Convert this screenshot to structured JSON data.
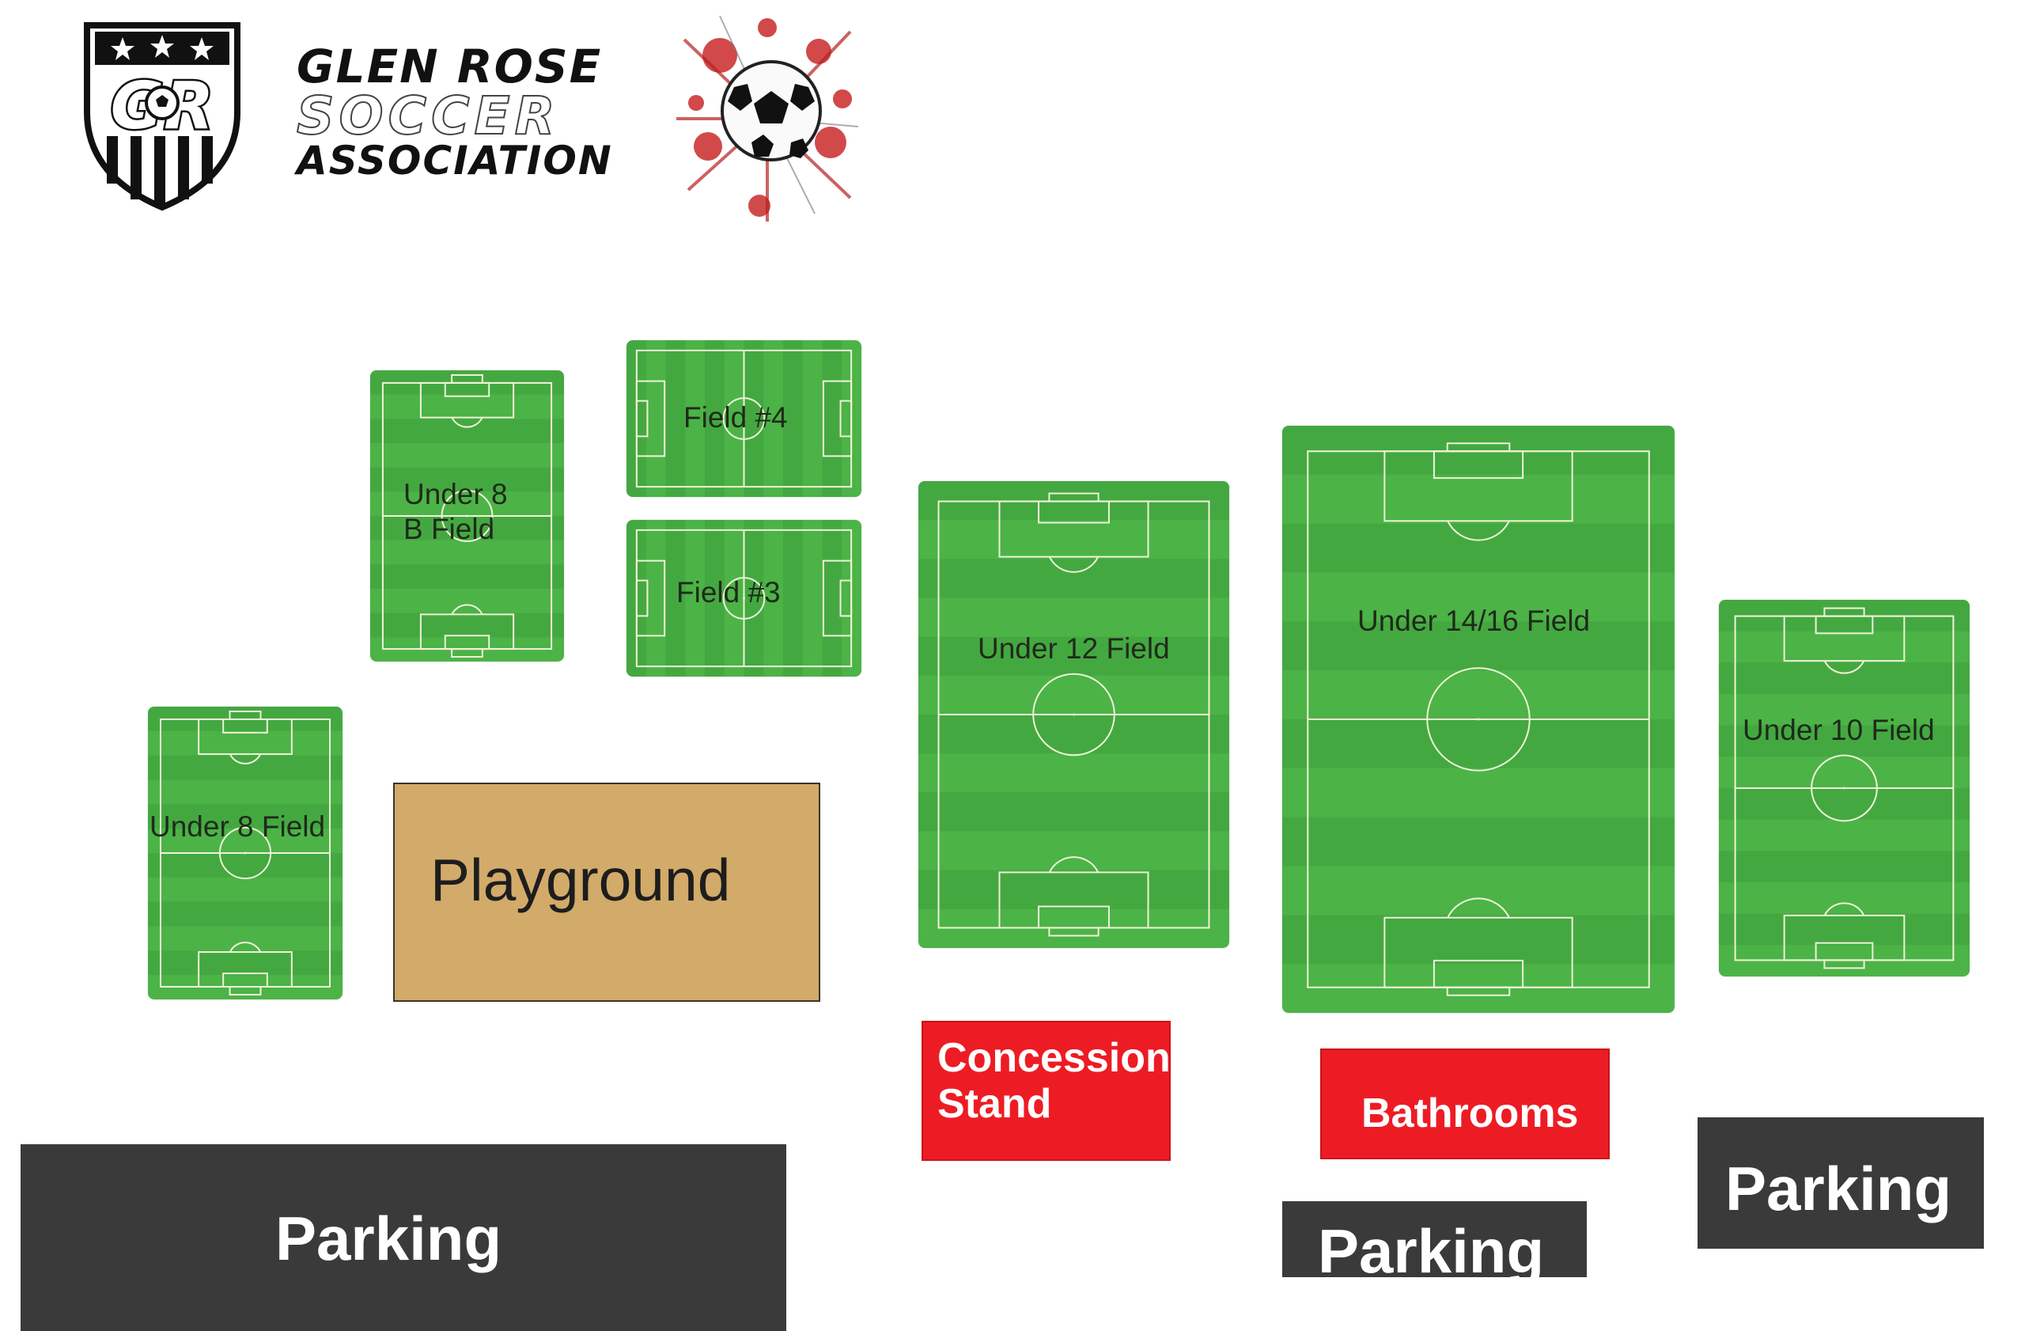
{
  "header": {
    "crest_monogram": "GR",
    "wordmark": {
      "line1": "GLEN ROSE",
      "line2": "SOCCER",
      "line3": "ASSOCIATION"
    }
  },
  "fields": {
    "u8b": {
      "label": "Under 8\nB Field"
    },
    "field4": {
      "label": "Field #4"
    },
    "field3": {
      "label": "Field #3"
    },
    "u8": {
      "label": "Under 8 Field"
    },
    "u12": {
      "label": "Under 12 Field"
    },
    "u1416": {
      "label": "Under 14/16 Field"
    },
    "u10": {
      "label": "Under 10 Field"
    }
  },
  "facilities": {
    "playground": "Playground",
    "concession": "Concession\nStand",
    "bathrooms": "Bathrooms",
    "parking": [
      "Parking",
      "Parking",
      "Parking"
    ]
  },
  "colors": {
    "grass_light": "#4cb347",
    "grass_dark": "#3e9e3c",
    "playground": "#d2aa69",
    "facility_red": "#ed1c24",
    "parking": "#3a3a3a"
  }
}
